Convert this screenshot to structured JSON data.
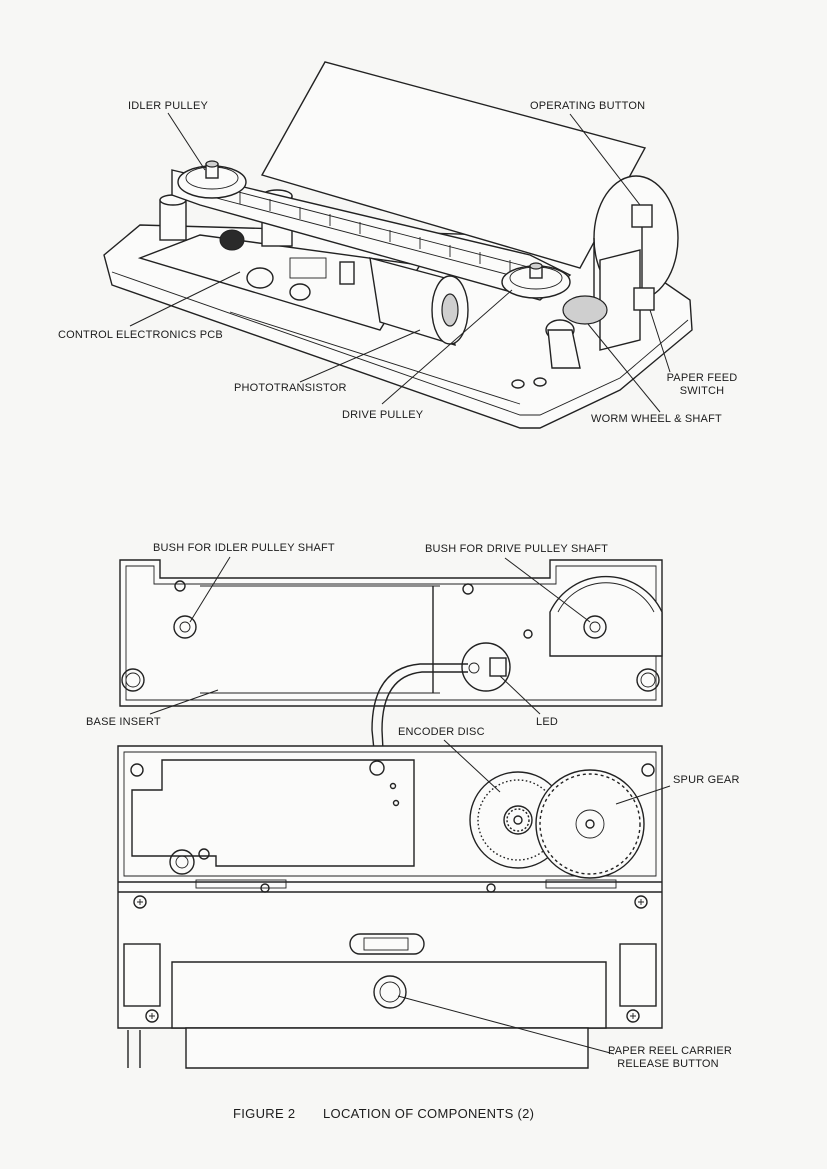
{
  "labels": {
    "idler_pulley": "IDLER PULLEY",
    "operating_button": "OPERATING BUTTON",
    "control_electronics_pcb": "CONTROL ELECTRONICS PCB",
    "phototransistor": "PHOTOTRANSISTOR",
    "paper_feed_switch_line1": "PAPER FEED",
    "paper_feed_switch_line2": "SWITCH",
    "drive_pulley": "DRIVE PULLEY",
    "worm_wheel_shaft": "WORM WHEEL & SHAFT",
    "bush_idler_shaft": "BUSH FOR IDLER PULLEY SHAFT",
    "bush_drive_shaft": "BUSH FOR DRIVE PULLEY SHAFT",
    "base_insert": "BASE INSERT",
    "led": "LED",
    "encoder_disc": "ENCODER DISC",
    "spur_gear": "SPUR GEAR",
    "paper_reel_line1": "PAPER REEL CARRIER",
    "paper_reel_line2": "RELEASE BUTTON"
  },
  "caption": {
    "figure": "FIGURE 2",
    "title": "LOCATION OF COMPONENTS (2)"
  }
}
